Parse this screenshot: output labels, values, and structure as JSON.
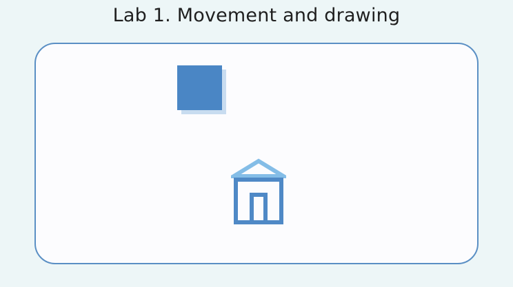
{
  "title": "Lab 1. Movement and drawing",
  "colors": {
    "background": "#edf6f7",
    "canvas_border": "#5a8fc4",
    "canvas_fill": "#fcfcfe",
    "square": "#4a86c5",
    "square_shadow": "#c8dcf0",
    "house_body": "#4f89c6",
    "house_roof": "#84bde7"
  },
  "scene": {
    "objects": [
      {
        "name": "blue-square",
        "icon": "square-sprite"
      },
      {
        "name": "house",
        "icon": "house-icon"
      }
    ]
  }
}
